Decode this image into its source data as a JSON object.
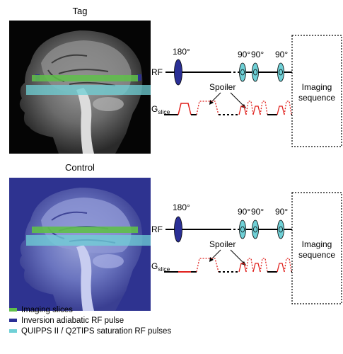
{
  "panels": [
    {
      "title": "Tag",
      "mode": "tag"
    },
    {
      "title": "Control",
      "mode": "control"
    }
  ],
  "sequence": {
    "pulse_180": "180°",
    "pulse_90": "90°",
    "rf_label": "RF",
    "g_label_main": "G",
    "g_label_sub": "slice",
    "spoiler_label": "Spoiler",
    "imaging_label_line1": "Imaging",
    "imaging_label_line2": "sequence"
  },
  "legend": [
    {
      "label": "Imaging slices",
      "color": "#5fbf4a"
    },
    {
      "label": "Inversion adiabatic RF pulse",
      "color": "#2a2f96"
    },
    {
      "label": "QUIPPS II / Q2TIPS saturation RF pulses",
      "color": "#6fd0d6"
    }
  ],
  "colors": {
    "inversion": "#2a2f96",
    "saturation": "#6fd0d6",
    "imaging": "#5fbf4a",
    "gradient": "#e0201c"
  }
}
